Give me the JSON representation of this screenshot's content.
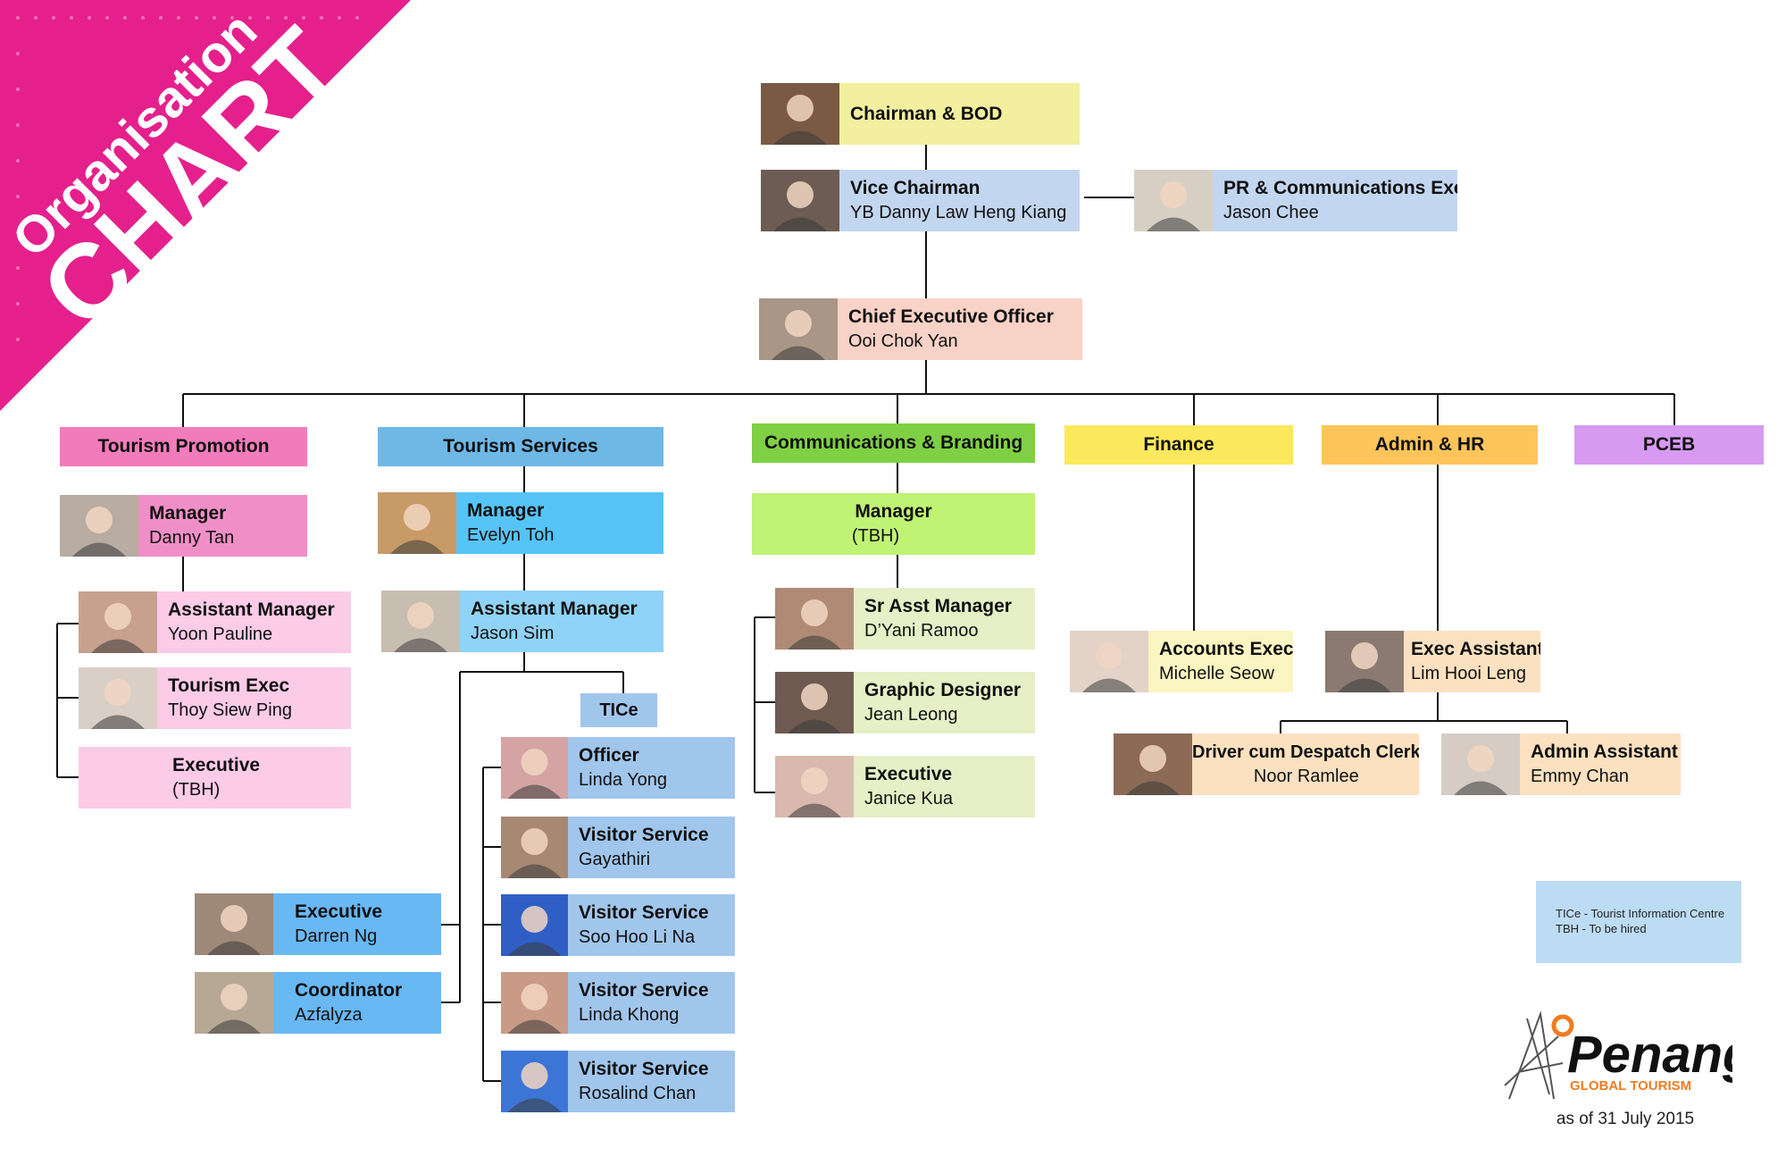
{
  "title": {
    "line1": "Organisation",
    "line2": "CHART"
  },
  "colors": {
    "corner": "#e5208c",
    "chairman": "#f2ef9f",
    "vice": "#c3d6ef",
    "ceo": "#f8d2c6",
    "promo_header": "#f27cbb",
    "promo_mgr": "#f08fc7",
    "promo_staff": "#fccbe8",
    "services_header": "#6eb8e6",
    "services_mgr": "#56c4f6",
    "services_asst": "#8fd3f6",
    "tice": "#a1c6ec",
    "services_left": "#68b8f4",
    "comm_header": "#7fd044",
    "comm_mgr": "#c0f274",
    "comm_staff": "#e6efc6",
    "finance": "#fce85c",
    "finance_staff": "#fbf5c2",
    "admin_header": "#fdc45a",
    "admin_staff": "#fbe1c0",
    "pceb": "#d69af1"
  },
  "top": {
    "chairman": {
      "role": "Chairman & BOD",
      "name": ""
    },
    "vice": {
      "role": "Vice Chairman",
      "name": "YB Danny Law Heng Kiang"
    },
    "pr": {
      "role": "PR & Communications Exec",
      "name": "Jason Chee"
    },
    "ceo": {
      "role": "Chief Executive Officer",
      "name": "Ooi Chok Yan"
    }
  },
  "departments": {
    "promotion": "Tourism Promotion",
    "services": "Tourism Services",
    "comm": "Communications & Branding",
    "finance": "Finance",
    "admin": "Admin & HR",
    "pceb": "PCEB"
  },
  "promotion": {
    "manager": {
      "role": "Manager",
      "name": "Danny Tan"
    },
    "asst": {
      "role": "Assistant Manager",
      "name": "Yoon Pauline"
    },
    "exec1": {
      "role": "Tourism Exec",
      "name": "Thoy Siew Ping"
    },
    "exec2": {
      "role": "Executive",
      "name": "(TBH)"
    }
  },
  "services": {
    "manager": {
      "role": "Manager",
      "name": "Evelyn Toh"
    },
    "asst": {
      "role": "Assistant Manager",
      "name": "Jason Sim"
    },
    "tice": "TICe",
    "officer": {
      "role": "Officer",
      "name": "Linda Yong"
    },
    "vs1": {
      "role": "Visitor Service",
      "name": "Gayathiri"
    },
    "vs2": {
      "role": "Visitor Service",
      "name": "Soo Hoo Li Na"
    },
    "vs3": {
      "role": "Visitor Service",
      "name": "Linda Khong"
    },
    "vs4": {
      "role": "Visitor Service",
      "name": "Rosalind Chan"
    },
    "exec": {
      "role": "Executive",
      "name": "Darren Ng"
    },
    "coord": {
      "role": "Coordinator",
      "name": "Azfalyza"
    }
  },
  "comm": {
    "manager": {
      "role": "Manager",
      "name": "(TBH)"
    },
    "sr": {
      "role": "Sr Asst Manager",
      "name": "D’Yani Ramoo"
    },
    "gd": {
      "role": "Graphic Designer",
      "name": "Jean Leong"
    },
    "exec": {
      "role": "Executive",
      "name": "Janice Kua"
    }
  },
  "finance": {
    "acc": {
      "role": "Accounts Exec",
      "name": "Michelle Seow"
    }
  },
  "admin": {
    "ea": {
      "role": "Exec Assistant",
      "name": "Lim Hooi Leng"
    },
    "driver": {
      "role": "Driver cum Despatch Clerk",
      "name": "Noor Ramlee"
    },
    "aa": {
      "role": "Admin Assistant",
      "name": "Emmy Chan"
    }
  },
  "legend": {
    "line1": "TICe - Tourist Information Centre",
    "line2": "TBH - To be hired"
  },
  "logo": {
    "brand": "Penang",
    "sub": "GLOBAL TOURISM"
  },
  "asof": "as of 31 July 2015"
}
